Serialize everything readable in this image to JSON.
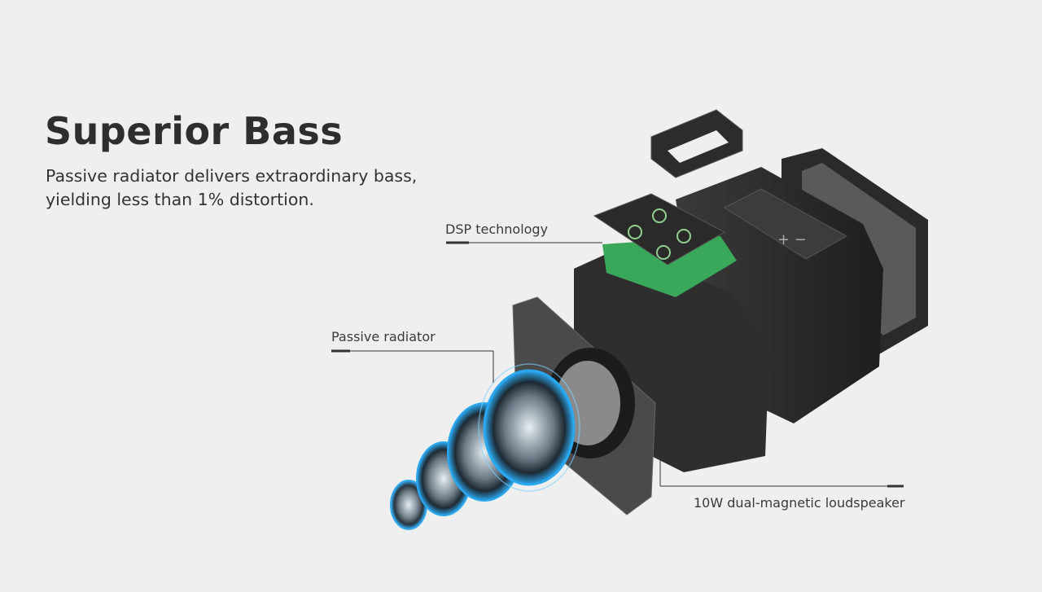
{
  "heading": "Superior Bass",
  "subtitle_line1": "Passive radiator delivers extraordinary bass,",
  "subtitle_line2": "yielding less than 1% distortion.",
  "callouts": {
    "dsp": "DSP technology",
    "radiator": "Passive radiator",
    "speaker": "10W dual-magnetic loudspeaker"
  },
  "colors": {
    "background": "#efefef",
    "accent_glow": "#2aa8f0",
    "pcb": "#3aa85a",
    "body": "#2b2b2b"
  }
}
